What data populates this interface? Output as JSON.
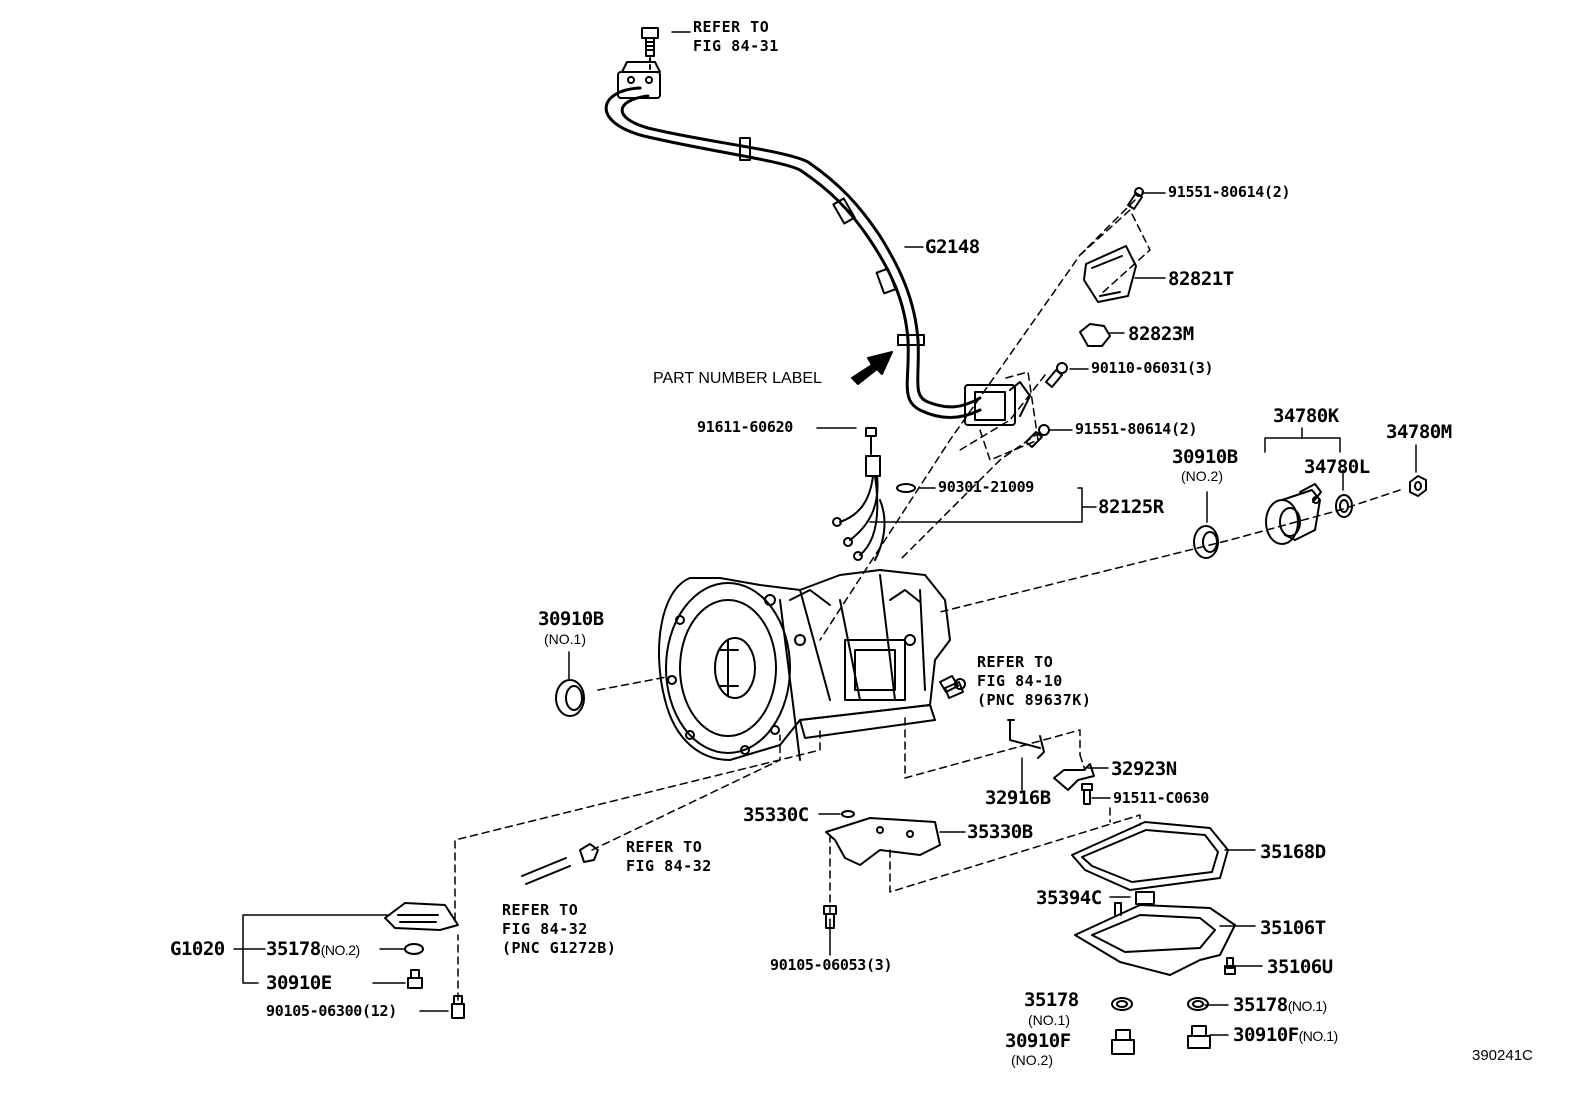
{
  "refs": {
    "fig_84_31": {
      "line1": "REFER TO",
      "line2": "FIG 84-31"
    },
    "fig_84_10": {
      "line1": "REFER TO",
      "line2": "FIG 84-10",
      "line3": "(PNC 89637K)"
    },
    "fig_84_32_a": {
      "line1": "REFER TO",
      "line2": "FIG 84-32"
    },
    "fig_84_32_b": {
      "line1": "REFER TO",
      "line2": "FIG 84-32",
      "line3": "(PNC G1272B)"
    }
  },
  "part_number_label": "PART NUMBER LABEL",
  "parts": {
    "g2148": "G2148",
    "p91551_top": "91551-80614(2)",
    "p82821t": "82821T",
    "p82823m": "82823M",
    "p90110": "90110-06031(3)",
    "p91551_low": "91551-80614(2)",
    "p91611": "91611-60620",
    "p90301": "90301-21009",
    "p82125r": "82125R",
    "p30910b_no2": "30910B",
    "p30910b_no2_sub": "(NO.2)",
    "p34780k": "34780K",
    "p34780l": "34780L",
    "p34780m": "34780M",
    "p30910b_no1": "30910B",
    "p30910b_no1_sub": "(NO.1)",
    "p32923n": "32923N",
    "p32916b": "32916B",
    "p91511": "91511-C0630",
    "p35330c": "35330C",
    "p35330b": "35330B",
    "p35168d": "35168D",
    "p35394c": "35394C",
    "p35106t": "35106T",
    "p35106u": "35106U",
    "p90105_06053": "90105-06053(3)",
    "g1020": "G1020",
    "p35178_no2": "35178",
    "p35178_no2_sub": "(NO.2)",
    "p30910e": "30910E",
    "p90105_06300": "90105-06300(12)",
    "p35178_b": "35178",
    "p35178_b_sub": "(NO.1)",
    "p35178_c": "35178",
    "p35178_c_sub": "(NO.1)",
    "p30910f_no2": "30910F",
    "p30910f_no2_sub": "(NO.2)",
    "p30910f_no1": "30910F",
    "p30910f_no1_sub": "(NO.1)"
  },
  "diagram_id": "390241C"
}
